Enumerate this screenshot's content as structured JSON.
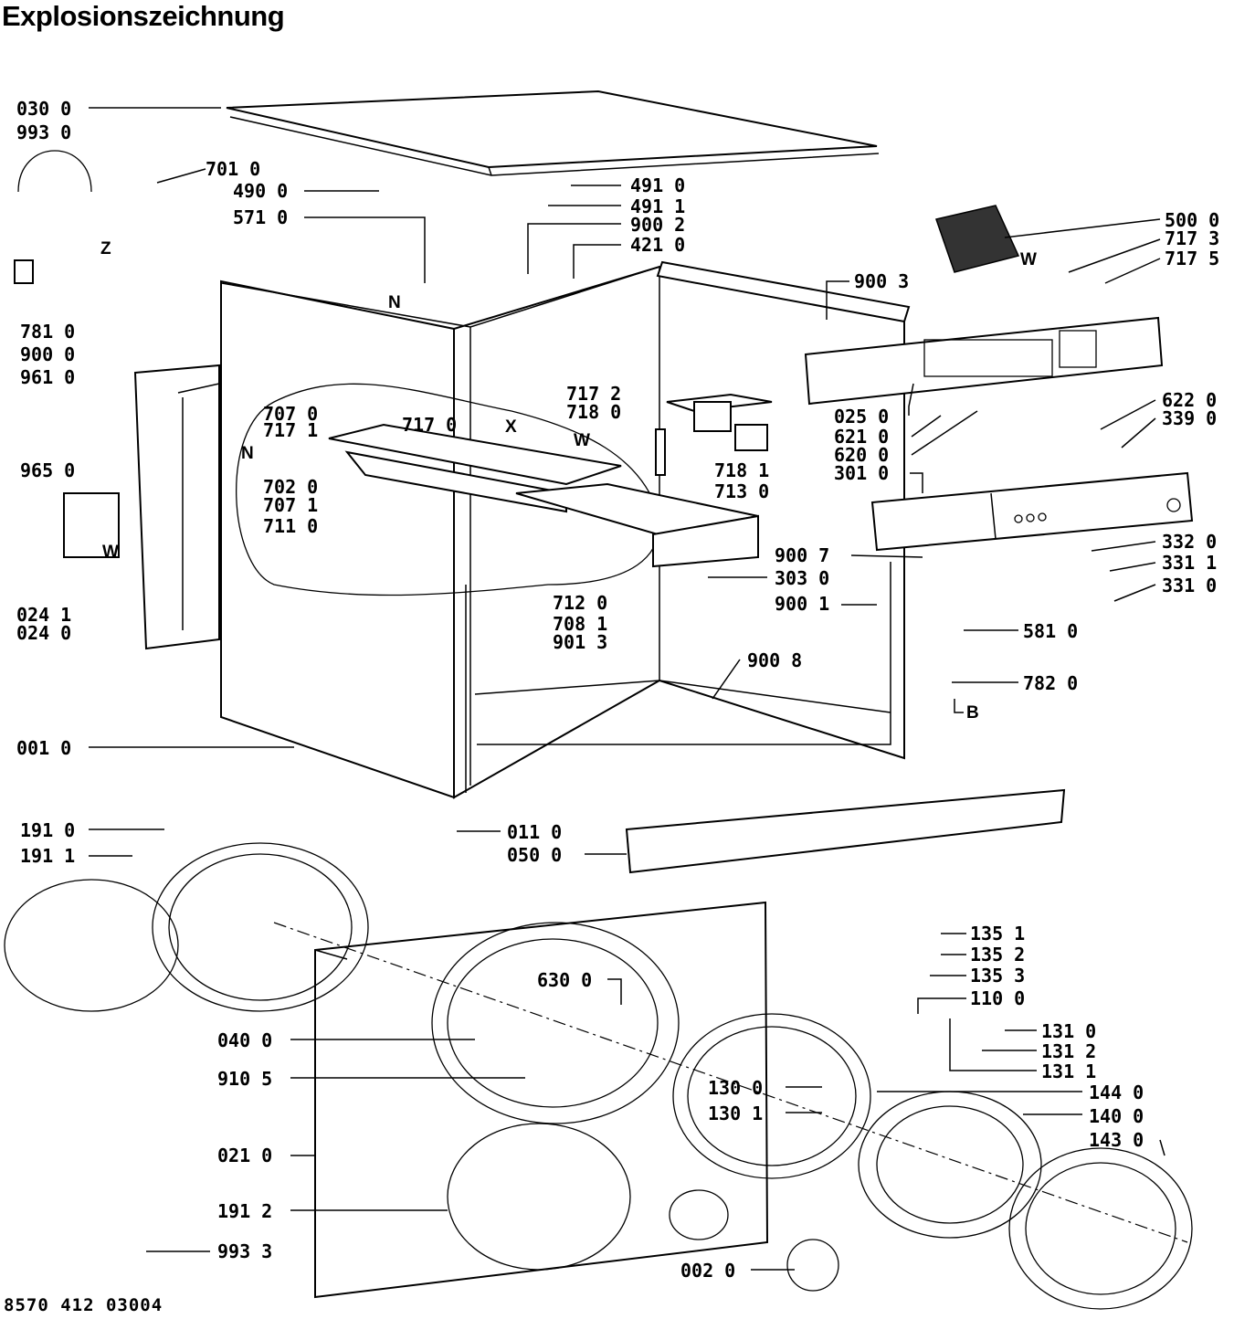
{
  "title": "Explosionszeichnung",
  "document_number": "8570 412 03004",
  "part_labels": [
    "030 0",
    "993 0",
    "701 0",
    "490 0",
    "571 0",
    "491 0",
    "491 1",
    "900 2",
    "421 0",
    "500 0",
    "717 3",
    "717 5",
    "900 3",
    "781 0",
    "900 0",
    "961 0",
    "707 0",
    "717 1",
    "717 0",
    "717 2",
    "718 0",
    "025 0",
    "621 0",
    "620 0",
    "301 0",
    "622 0",
    "339 0",
    "965 0",
    "702 0",
    "707 1",
    "711 0",
    "718 1",
    "713 0",
    "900 7",
    "303 0",
    "332 0",
    "331 1",
    "331 0",
    "712 0",
    "708 1",
    "901 3",
    "900 1",
    "024 1",
    "024 0",
    "581 0",
    "900 8",
    "782 0",
    "001 0",
    "191 0",
    "191 1",
    "011 0",
    "050 0",
    "135 1",
    "135 2",
    "135 3",
    "110 0",
    "630 0",
    "131 0",
    "131 2",
    "131 1",
    "040 0",
    "910 5",
    "130 0",
    "144 0",
    "130 1",
    "140 0",
    "143 0",
    "021 0",
    "191 2",
    "993 3",
    "002 0"
  ],
  "marker_letters": [
    "Z",
    "W",
    "N",
    "X",
    "W",
    "N",
    "W",
    "B"
  ]
}
